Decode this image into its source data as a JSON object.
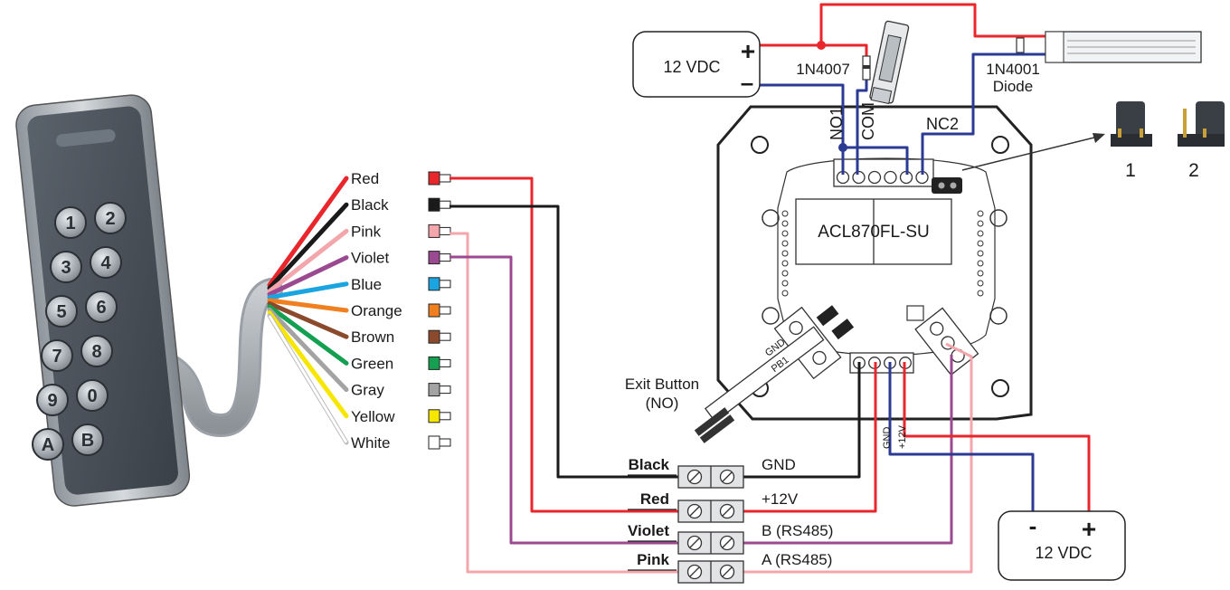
{
  "reader_wires": [
    {
      "label": "Red",
      "color": "#e8262b"
    },
    {
      "label": "Black",
      "color": "#1a1a1a"
    },
    {
      "label": "Pink",
      "color": "#f3a6ab"
    },
    {
      "label": "Violet",
      "color": "#9b4a92"
    },
    {
      "label": "Blue",
      "color": "#1aa4e0"
    },
    {
      "label": "Orange",
      "color": "#f07f1f"
    },
    {
      "label": "Brown",
      "color": "#8b4a2b"
    },
    {
      "label": "Green",
      "color": "#14a050"
    },
    {
      "label": "Gray",
      "color": "#a3a3a3"
    },
    {
      "label": "Yellow",
      "color": "#f7e600"
    },
    {
      "label": "White",
      "color": "#ffffff"
    }
  ],
  "keypad_keys": [
    "1",
    "2",
    "3",
    "4",
    "5",
    "6",
    "7",
    "8",
    "9",
    "0",
    "A",
    "B"
  ],
  "controller": {
    "model": "ACL870FL-SU"
  },
  "terminal_labels": {
    "no1": "NO1",
    "com": "COM",
    "nc2": "NC2",
    "gnd": "GND",
    "plus12v": "+12V",
    "pb1": "PB1"
  },
  "power_top": {
    "label": "12 VDC",
    "plus": "+",
    "minus": "–"
  },
  "power_bottom": {
    "label": "12 VDC",
    "plus": "+",
    "minus": "-"
  },
  "diode_strike": "1N4007",
  "diode_maglock": {
    "name": "1N4001",
    "sub": "Diode"
  },
  "exit_button": {
    "line1": "Exit Button",
    "line2": "(NO)"
  },
  "jumper_labels": [
    "1",
    "2"
  ],
  "terminal_rows": [
    {
      "wire": "Black",
      "signal": "GND",
      "color": "#1a1a1a"
    },
    {
      "wire": "Red",
      "signal": "+12V",
      "color": "#e8262b"
    },
    {
      "wire": "Violet",
      "signal": "B (RS485)",
      "color": "#9b4a92"
    },
    {
      "wire": "Pink",
      "signal": "A (RS485)",
      "color": "#f3a6ab"
    }
  ]
}
